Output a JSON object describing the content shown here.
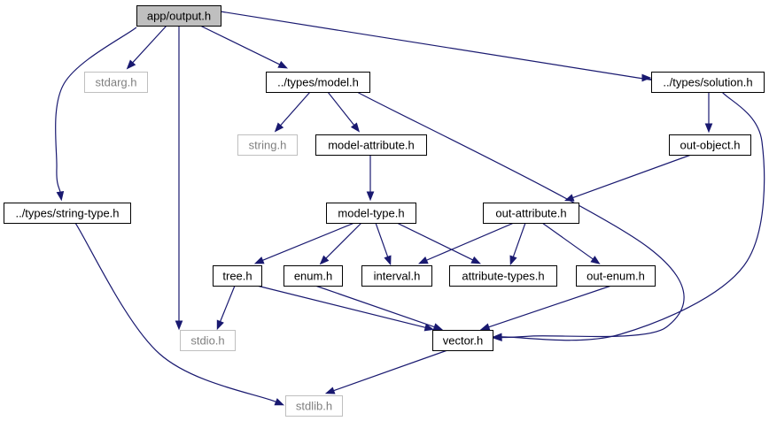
{
  "colors": {
    "edge": "#191970",
    "root_fill": "#bfbfbf",
    "border_normal": "#000000",
    "border_system": "#bfbfbf",
    "text_normal": "#000000",
    "text_system": "#7f7f7f"
  },
  "nodes": [
    {
      "id": "app-output-h",
      "label": "app/output.h",
      "kind": "root"
    },
    {
      "id": "stdarg-h",
      "label": "stdarg.h",
      "kind": "system"
    },
    {
      "id": "types-model-h",
      "label": "../types/model.h",
      "kind": "normal"
    },
    {
      "id": "types-solution-h",
      "label": "../types/solution.h",
      "kind": "normal"
    },
    {
      "id": "types-string-type-h",
      "label": "../types/string-type.h",
      "kind": "normal"
    },
    {
      "id": "string-h",
      "label": "string.h",
      "kind": "system"
    },
    {
      "id": "model-attribute-h",
      "label": "model-attribute.h",
      "kind": "normal"
    },
    {
      "id": "out-object-h",
      "label": "out-object.h",
      "kind": "normal"
    },
    {
      "id": "model-type-h",
      "label": "model-type.h",
      "kind": "normal"
    },
    {
      "id": "out-attribute-h",
      "label": "out-attribute.h",
      "kind": "normal"
    },
    {
      "id": "tree-h",
      "label": "tree.h",
      "kind": "normal"
    },
    {
      "id": "enum-h",
      "label": "enum.h",
      "kind": "normal"
    },
    {
      "id": "interval-h",
      "label": "interval.h",
      "kind": "normal"
    },
    {
      "id": "attribute-types-h",
      "label": "attribute-types.h",
      "kind": "normal"
    },
    {
      "id": "out-enum-h",
      "label": "out-enum.h",
      "kind": "normal"
    },
    {
      "id": "stdio-h",
      "label": "stdio.h",
      "kind": "system"
    },
    {
      "id": "vector-h",
      "label": "vector.h",
      "kind": "normal"
    },
    {
      "id": "stdlib-h",
      "label": "stdlib.h",
      "kind": "system"
    }
  ],
  "edges": [
    {
      "from": "app-output-h",
      "to": "stdarg-h"
    },
    {
      "from": "app-output-h",
      "to": "types-model-h"
    },
    {
      "from": "app-output-h",
      "to": "types-solution-h"
    },
    {
      "from": "app-output-h",
      "to": "types-string-type-h"
    },
    {
      "from": "app-output-h",
      "to": "stdio-h"
    },
    {
      "from": "types-model-h",
      "to": "string-h"
    },
    {
      "from": "types-model-h",
      "to": "model-attribute-h"
    },
    {
      "from": "types-model-h",
      "to": "vector-h"
    },
    {
      "from": "types-solution-h",
      "to": "out-object-h"
    },
    {
      "from": "types-solution-h",
      "to": "vector-h"
    },
    {
      "from": "types-string-type-h",
      "to": "stdlib-h"
    },
    {
      "from": "model-attribute-h",
      "to": "model-type-h"
    },
    {
      "from": "out-object-h",
      "to": "out-attribute-h"
    },
    {
      "from": "model-type-h",
      "to": "tree-h"
    },
    {
      "from": "model-type-h",
      "to": "enum-h"
    },
    {
      "from": "model-type-h",
      "to": "interval-h"
    },
    {
      "from": "model-type-h",
      "to": "attribute-types-h"
    },
    {
      "from": "out-attribute-h",
      "to": "interval-h"
    },
    {
      "from": "out-attribute-h",
      "to": "attribute-types-h"
    },
    {
      "from": "out-attribute-h",
      "to": "out-enum-h"
    },
    {
      "from": "tree-h",
      "to": "stdio-h"
    },
    {
      "from": "tree-h",
      "to": "vector-h"
    },
    {
      "from": "enum-h",
      "to": "vector-h"
    },
    {
      "from": "out-enum-h",
      "to": "vector-h"
    },
    {
      "from": "vector-h",
      "to": "stdlib-h"
    }
  ]
}
